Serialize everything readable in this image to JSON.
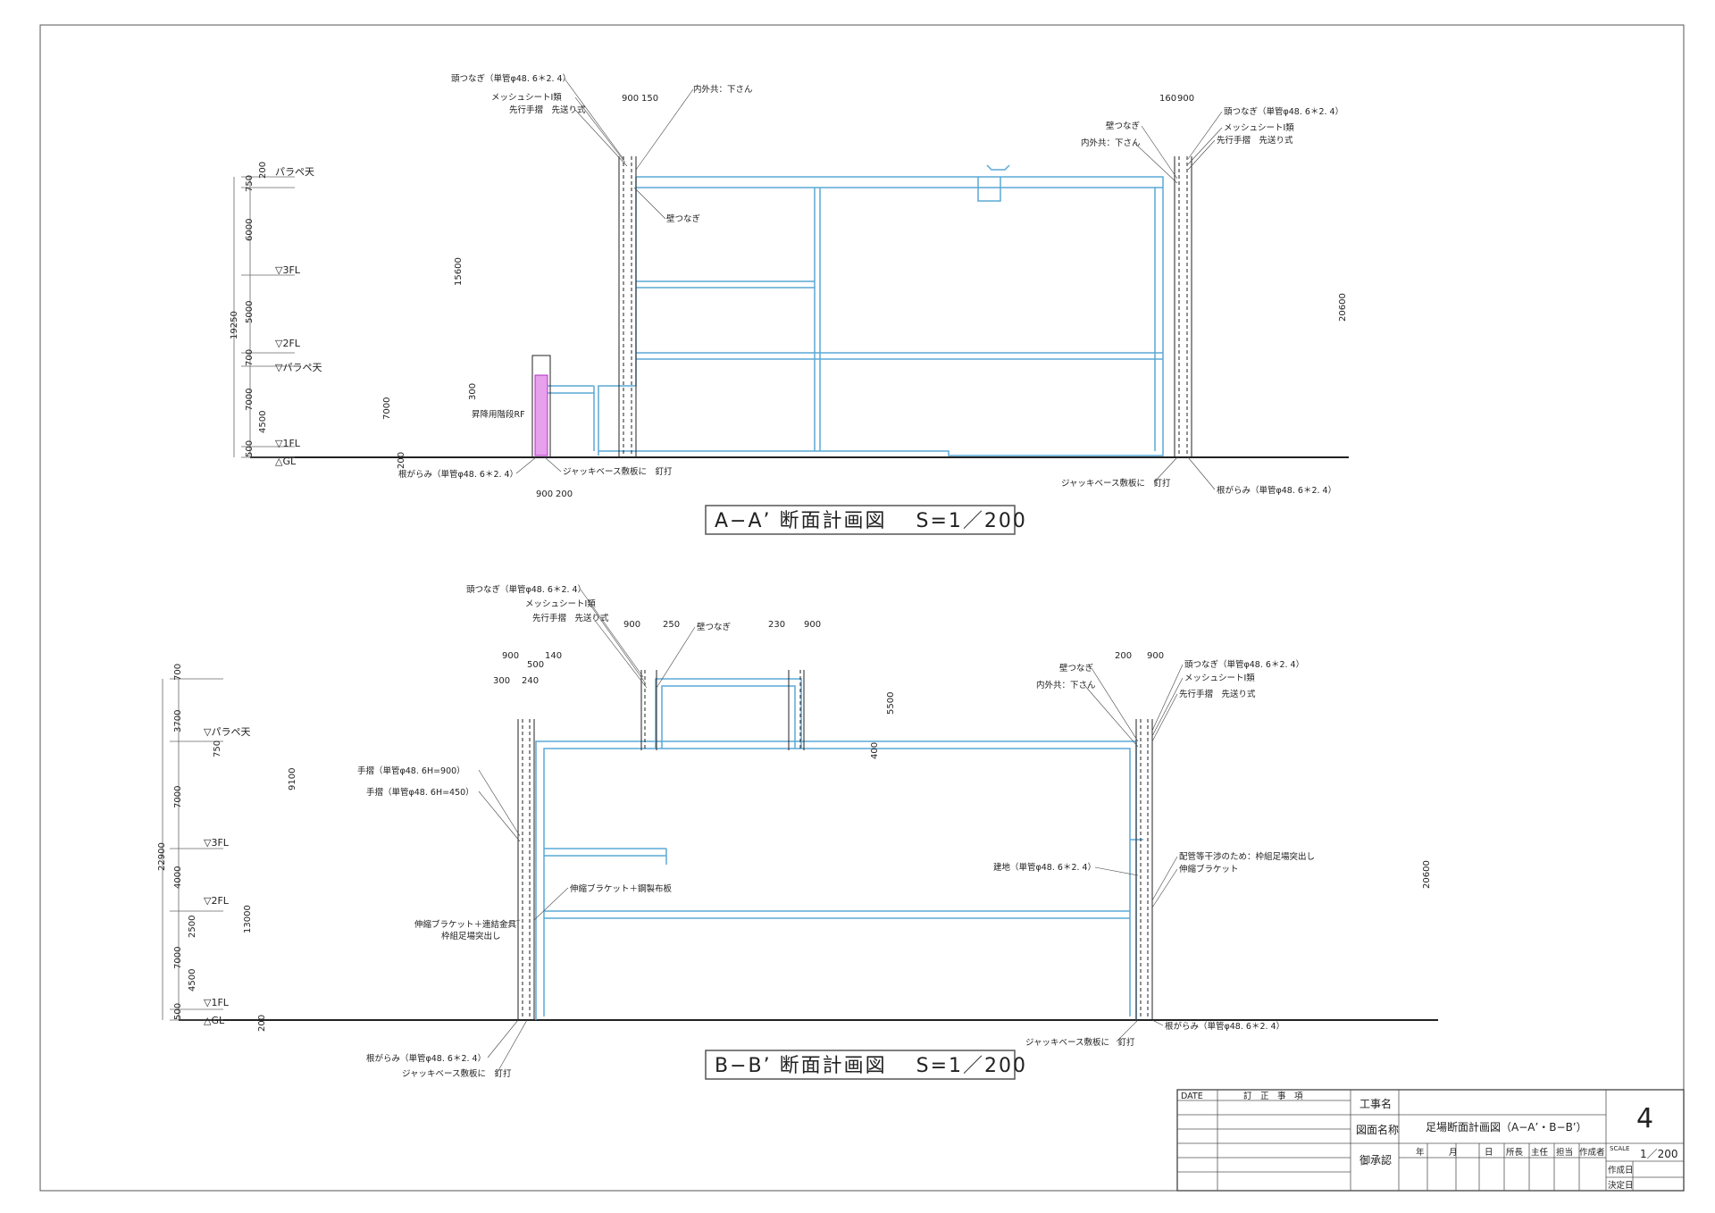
{
  "section_a": {
    "title": "A−A’ 断面計画図　 S=1／200",
    "left_levels": [
      "パラペ天",
      "▽3FL",
      "▽2FL",
      "▽パラペ天",
      "▽1FL",
      "△GL"
    ],
    "left_dims": [
      "200",
      "750",
      "6000",
      "5000",
      "700",
      "7000",
      "4500",
      "500",
      "19250"
    ],
    "inner_dims": [
      "15600",
      "7000",
      "300",
      "200"
    ],
    "right_total": "20600",
    "top_dims_left": [
      "900",
      "150"
    ],
    "top_dims_right": [
      "160",
      "900"
    ],
    "bottom_dims": [
      "900",
      "200"
    ],
    "labels_left": [
      "頭つなぎ（単管φ48. 6＊2. 4）",
      "メッシュシートⅠ類",
      "先行手摺　先送り式",
      "内外共：下さん",
      "壁つなぎ",
      "昇降用階段RF",
      "根がらみ（単管φ48. 6＊2. 4）",
      "ジャッキベース敷板に　釘打"
    ],
    "labels_right": [
      "壁つなぎ",
      "内外共：下さん",
      "頭つなぎ（単管φ48. 6＊2. 4）",
      "メッシュシートⅠ類",
      "先行手摺　先送り式",
      "ジャッキベース敷板に　釘打",
      "根がらみ（単管φ48. 6＊2. 4）"
    ]
  },
  "section_b": {
    "title": "B−B’ 断面計画図　 S=1／200",
    "left_levels": [
      "▽パラペ天",
      "▽3FL",
      "▽2FL",
      "▽1FL",
      "△GL"
    ],
    "left_dims": [
      "700",
      "3700",
      "750",
      "7000",
      "4000",
      "2500",
      "7000",
      "4500",
      "500",
      "22900"
    ],
    "inner_dims": [
      "9100",
      "13000",
      "5500",
      "400",
      "200"
    ],
    "right_total": "20600",
    "top_dims": [
      "900",
      "500",
      "140",
      "300",
      "240",
      "900",
      "250",
      "230",
      "900",
      "200",
      "900"
    ],
    "labels_left": [
      "頭つなぎ（単管φ48. 6＊2. 4）",
      "メッシュシートⅠ類",
      "先行手摺　先送り式",
      "壁つなぎ",
      "手摺（単管φ48. 6H=900）",
      "手摺（単管φ48. 6H=450）",
      "伸縮ブラケット＋鋼製布板",
      "伸縮ブラケット＋連結金具",
      "枠組足場突出し",
      "根がらみ（単管φ48. 6＊2. 4）",
      "ジャッキベース敷板に　釘打"
    ],
    "labels_right": [
      "壁つなぎ",
      "内外共：下さん",
      "頭つなぎ（単管φ48. 6＊2. 4）",
      "メッシュシートⅠ類",
      "先行手摺　先送り式",
      "配管等干渉のため：枠組足場突出し",
      "伸縮ブラケット",
      "建地（単管φ48. 6＊2. 4）",
      "ジャッキベース敷板に　釘打",
      "根がらみ（単管φ48. 6＊2. 4）"
    ]
  },
  "title_block": {
    "date": "DATE",
    "revision": "訂　正　事　項",
    "project_label": "工事名",
    "drawing_name_label": "図面名称",
    "drawing_name": "足場断面計画図（A−A’・B−B’）",
    "approval_label": "御承認",
    "year": "年",
    "month": "月",
    "day": "日",
    "roles": [
      "所長",
      "主任",
      "担当",
      "作成者"
    ],
    "sheet_no": "4",
    "scale_label": "SCALE",
    "scale": "1／200",
    "created_label": "作成日",
    "decided_label": "決定日"
  },
  "colors": {
    "building": "#5aa8d6",
    "scaffold": "#222222",
    "accent": "#cc2222",
    "stair": "#b030c0"
  }
}
